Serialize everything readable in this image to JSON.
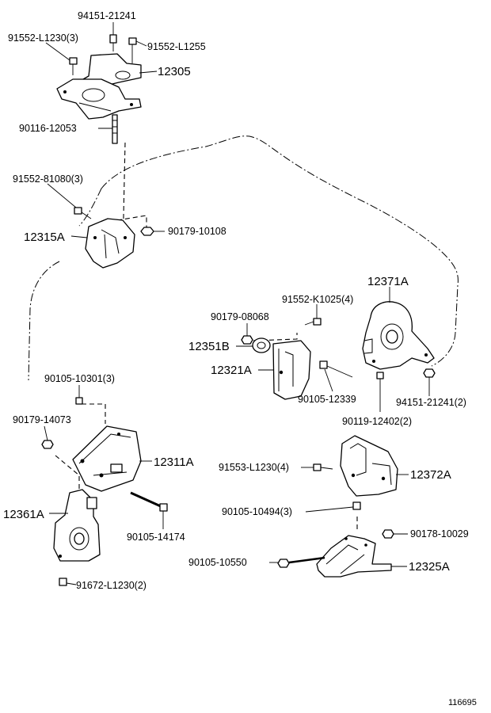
{
  "labels": {
    "p94151_top": "94151-21241",
    "p91552_L1230_3": "91552-L1230(3)",
    "p91552_L1255": "91552-L1255",
    "p12305": "12305",
    "p90116": "90116-12053",
    "p91552_81080": "91552-81080(3)",
    "p12315A": "12315A",
    "p90179_10108": "90179-10108",
    "p12371A": "12371A",
    "p91552_K1025": "91552-K1025(4)",
    "p90179_08068": "90179-08068",
    "p12351B": "12351B",
    "p12321A": "12321A",
    "p90105_12339": "90105-12339",
    "p94151_right": "94151-21241(2)",
    "p90119": "90119-12402(2)",
    "p90105_10301": "90105-10301(3)",
    "p90179_14073": "90179-14073",
    "p12311A": "12311A",
    "p12361A": "12361A",
    "p90105_14174": "90105-14174",
    "p91672": "91672-L1230(2)",
    "p91553": "91553-L1230(4)",
    "p12372A": "12372A",
    "p90105_10494": "90105-10494(3)",
    "p90178": "90178-10029",
    "p90105_10550": "90105-10550",
    "p12325A": "12325A"
  },
  "reference_number": "116695"
}
